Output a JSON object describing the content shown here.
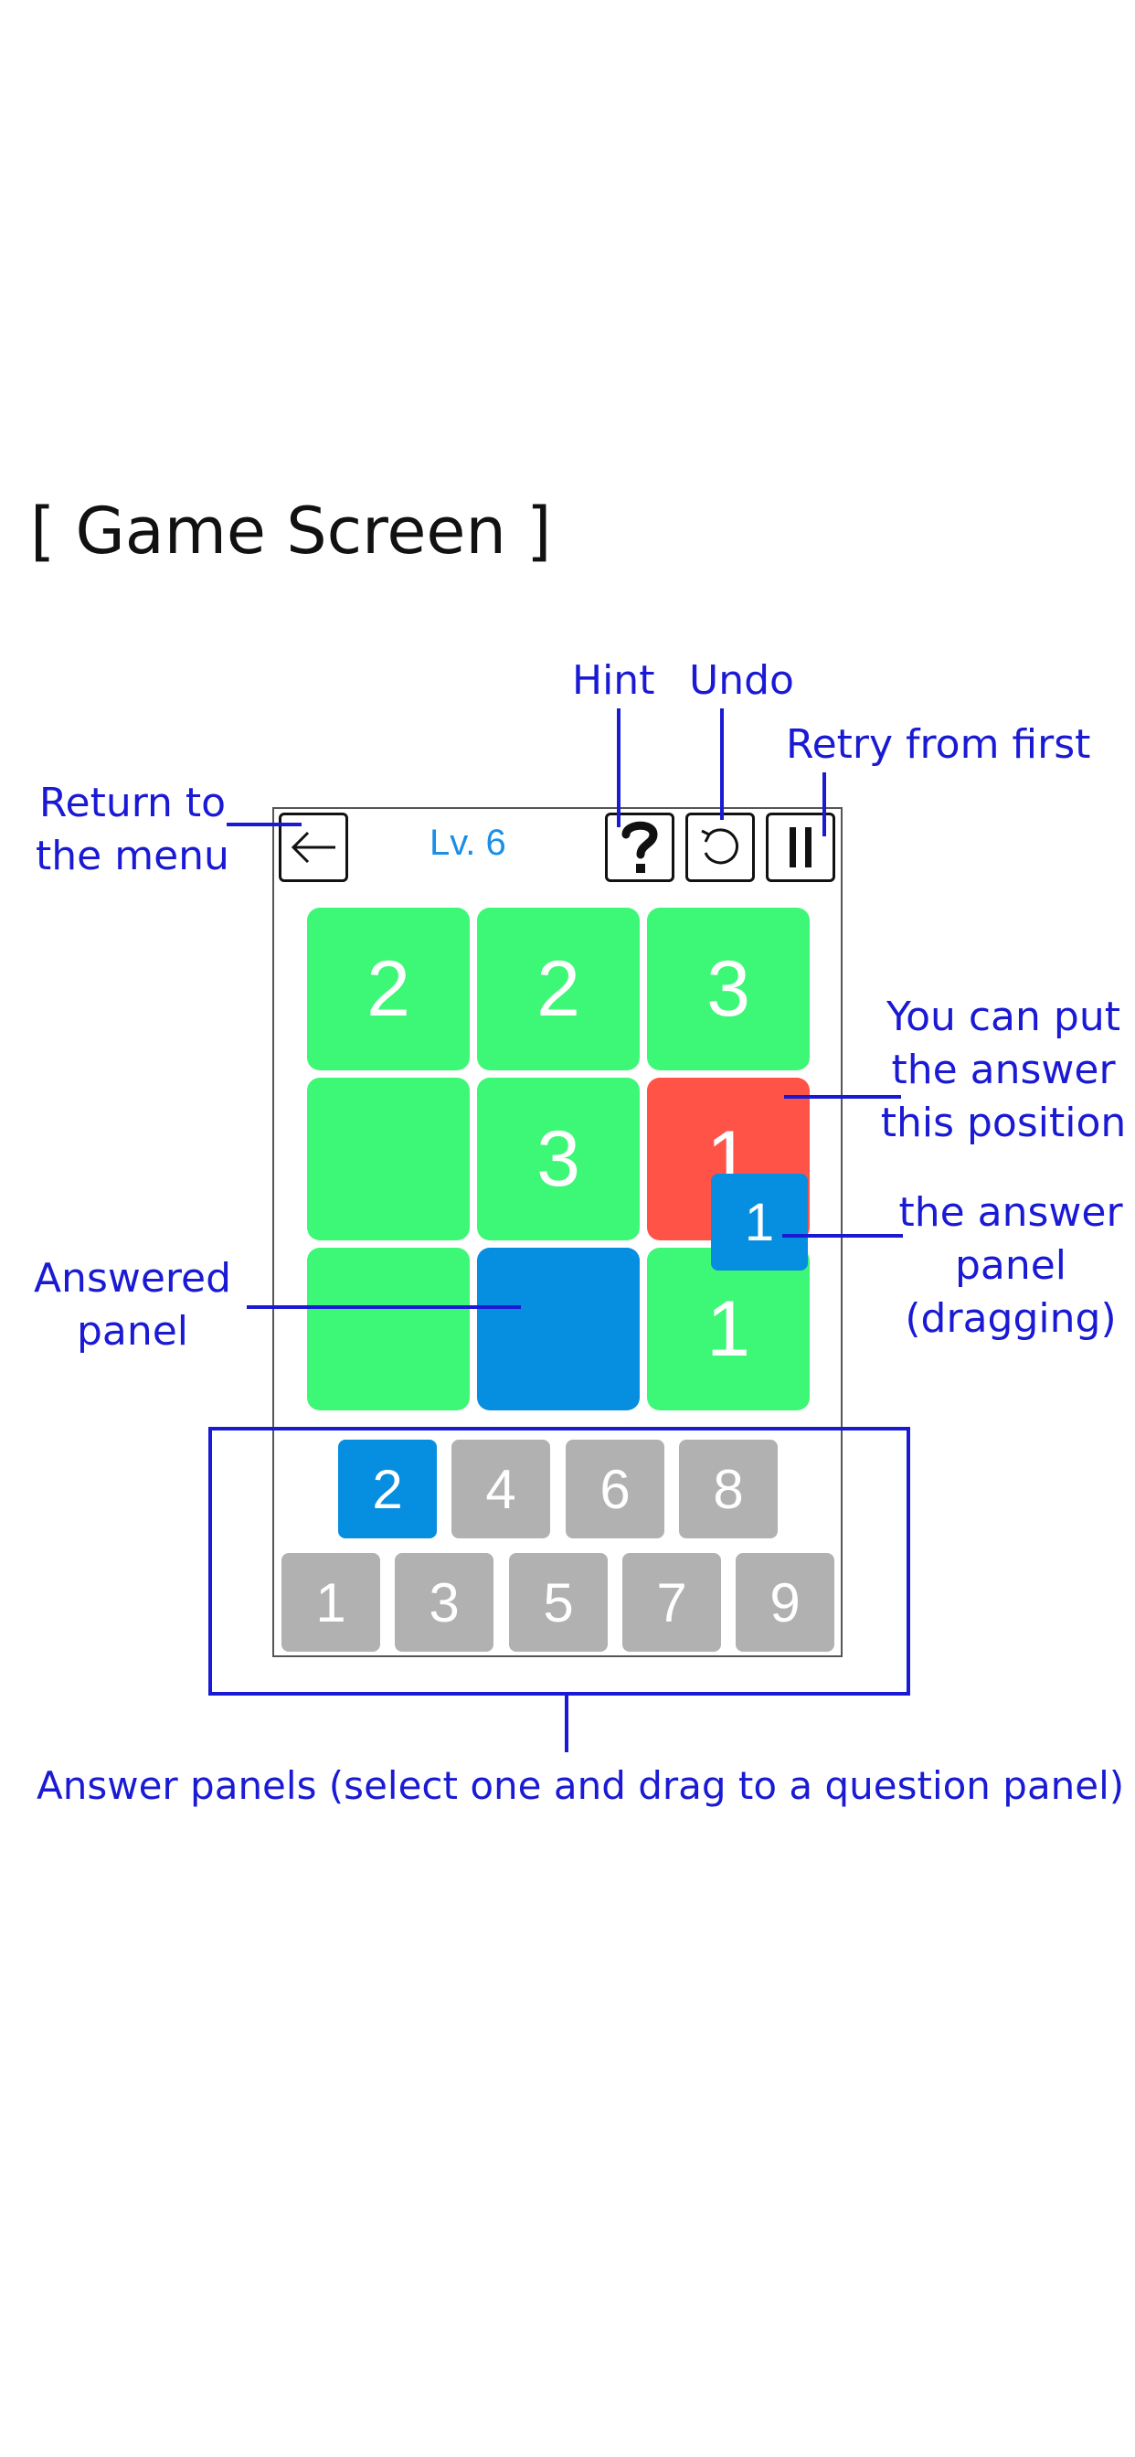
{
  "title": "[ Game Screen ]",
  "colors": {
    "annotation": "#1a1ad4",
    "board_green": "#3df776",
    "board_red": "#ff5348",
    "board_blue": "#068ee0",
    "answer_gray": "#b1b1b1",
    "level_text": "#1a8fe8"
  },
  "toolbar": {
    "back_icon": "left-arrow-icon",
    "level_label": "Lv. 6",
    "hint_icon": "question-mark-icon",
    "undo_icon": "undo-icon",
    "retry_icon": "pause-bars-icon"
  },
  "annotations": {
    "hint": "Hint",
    "undo": "Undo",
    "retry": "Retry from first",
    "return_line1": "Return to",
    "return_line2": "the menu",
    "put_line1": "You can put",
    "put_line2": "the answer",
    "put_line3": "this position",
    "drag_line1": "the answer",
    "drag_line2": "panel",
    "drag_line3": "(dragging)",
    "answered_line1": "Answered",
    "answered_line2": "panel",
    "answers_caption": "Answer panels (select one and drag to a question panel)"
  },
  "board": {
    "rows": [
      [
        {
          "value": "2",
          "state": "green"
        },
        {
          "value": "2",
          "state": "green"
        },
        {
          "value": "3",
          "state": "green"
        }
      ],
      [
        {
          "value": "",
          "state": "green"
        },
        {
          "value": "3",
          "state": "green"
        },
        {
          "value": "1",
          "state": "red"
        }
      ],
      [
        {
          "value": "",
          "state": "green"
        },
        {
          "value": "",
          "state": "blue"
        },
        {
          "value": "1",
          "state": "green"
        }
      ]
    ],
    "dragging_tile": "1"
  },
  "answer_panels": {
    "top_row": [
      {
        "value": "2",
        "selected": true
      },
      {
        "value": "4",
        "selected": false
      },
      {
        "value": "6",
        "selected": false
      },
      {
        "value": "8",
        "selected": false
      }
    ],
    "bottom_row": [
      {
        "value": "1",
        "selected": false
      },
      {
        "value": "3",
        "selected": false
      },
      {
        "value": "5",
        "selected": false
      },
      {
        "value": "7",
        "selected": false
      },
      {
        "value": "9",
        "selected": false
      }
    ]
  }
}
